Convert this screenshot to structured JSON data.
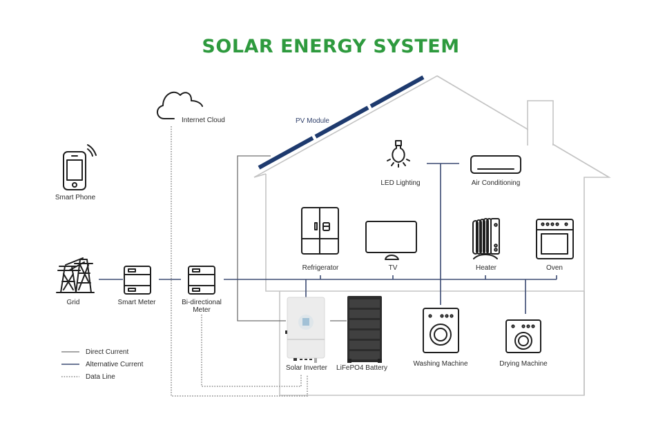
{
  "title": "SOLAR ENERGY SYSTEM",
  "colors": {
    "title": "#2e9a3e",
    "alternating_current_line": "#3b4a72",
    "direct_current_line": "#6f6f6f",
    "data_line": "#888888",
    "house_outline": "#c4c4c4",
    "pv_module": "#1e3a6e"
  },
  "components": {
    "internet_cloud": {
      "label": "Internet Cloud",
      "icon": "cloud-icon"
    },
    "pv_module": {
      "label": "PV Module",
      "icon": "solar-panel-icon"
    },
    "smart_phone": {
      "label": "Smart Phone",
      "icon": "smartphone-icon"
    },
    "grid": {
      "label": "Grid",
      "icon": "power-tower-icon"
    },
    "smart_meter": {
      "label": "Smart Meter",
      "icon": "meter-icon"
    },
    "bidirectional_meter": {
      "label_line1": "Bi-directional",
      "label_line2": "Meter",
      "icon": "meter-icon"
    },
    "solar_inverter": {
      "label": "Solar Inverter",
      "icon": "inverter-icon"
    },
    "battery": {
      "label": "LiFePO4 Battery",
      "icon": "battery-stack-icon"
    }
  },
  "appliances": {
    "led_lighting": {
      "label": "LED Lighting",
      "icon": "lightbulb-icon"
    },
    "air_conditioning": {
      "label": "Air Conditioning",
      "icon": "air-conditioner-icon"
    },
    "refrigerator": {
      "label": "Refrigerator",
      "icon": "refrigerator-icon"
    },
    "tv": {
      "label": "TV",
      "icon": "tv-icon"
    },
    "heater": {
      "label": "Heater",
      "icon": "heater-icon"
    },
    "oven": {
      "label": "Oven",
      "icon": "oven-icon"
    },
    "washing_machine": {
      "label": "Washing Machine",
      "icon": "washing-machine-icon"
    },
    "drying_machine": {
      "label": "Drying Machine",
      "icon": "dryer-icon"
    }
  },
  "legend": [
    {
      "label": "Direct Current",
      "style": "solid-gray"
    },
    {
      "label": "Alternative Current",
      "style": "solid-blue"
    },
    {
      "label": "Data Line",
      "style": "dotted"
    }
  ]
}
